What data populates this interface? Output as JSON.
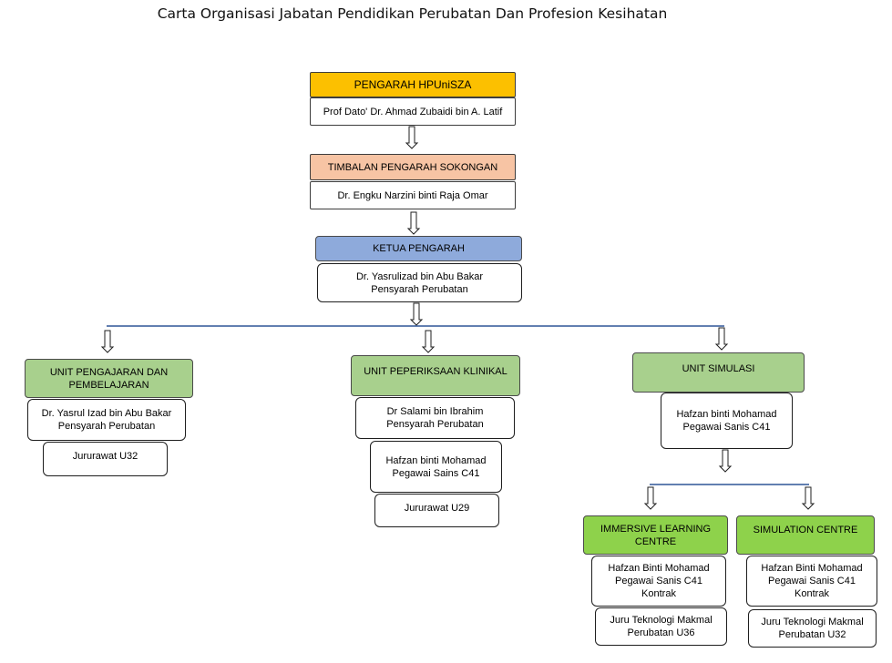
{
  "title": "Carta Organisasi Jabatan Pendidikan Perubatan Dan Profesion Kesihatan",
  "colors": {
    "director": "#fcc000",
    "deputy": "#f7c4a4",
    "head": "#8eaadb",
    "unit": "#a8d08d",
    "centre": "#8ed24b",
    "connector": "#2f5597"
  },
  "director": {
    "title": "PENGARAH HPUniSZA",
    "name": "Prof Dato' Dr. Ahmad Zubaidi bin A. Latif"
  },
  "deputy": {
    "title": "TIMBALAN PENGARAH SOKONGAN",
    "name": "Dr. Engku Narzini binti Raja Omar"
  },
  "head": {
    "title": "KETUA PENGARAH",
    "name": "Dr. Yasrulizad bin Abu Bakar",
    "role": "Pensyarah Perubatan"
  },
  "units": [
    {
      "title_1": "UNIT PENGAJARAN DAN",
      "title_2": "PEMBELAJARAN",
      "staff": [
        {
          "line1": "Dr. Yasrul Izad bin Abu Bakar",
          "line2": "Pensyarah Perubatan"
        },
        {
          "line1": "Jururawat U32"
        }
      ]
    },
    {
      "title_1": "UNIT PEPERIKSAAN KLINIKAL",
      "staff": [
        {
          "line1": "Dr Salami bin Ibrahim",
          "line2": "Pensyarah Perubatan"
        },
        {
          "line1": "Hafzan binti Mohamad",
          "line2": "Pegawai Sains C41"
        },
        {
          "line1": "Jururawat U29"
        }
      ]
    },
    {
      "title_1": "UNIT SIMULASI",
      "staff": [
        {
          "line1": "Hafzan binti Mohamad",
          "line2": "Pegawai Sanis C41"
        }
      ]
    }
  ],
  "centres": [
    {
      "title_1": "IMMERSIVE LEARNING",
      "title_2": "CENTRE",
      "staff": [
        {
          "line1": "Hafzan Binti Mohamad",
          "line2": "Pegawai Sanis C41",
          "line3": "Kontrak"
        },
        {
          "line1": "Juru Teknologi Makmal",
          "line2": "Perubatan U36"
        }
      ]
    },
    {
      "title_1": "SIMULATION CENTRE",
      "staff": [
        {
          "line1": "Hafzan Binti Mohamad",
          "line2": "Pegawai Sanis C41",
          "line3": "Kontrak"
        },
        {
          "line1": "Juru Teknologi Makmal",
          "line2": "Perubatan U32"
        }
      ]
    }
  ]
}
